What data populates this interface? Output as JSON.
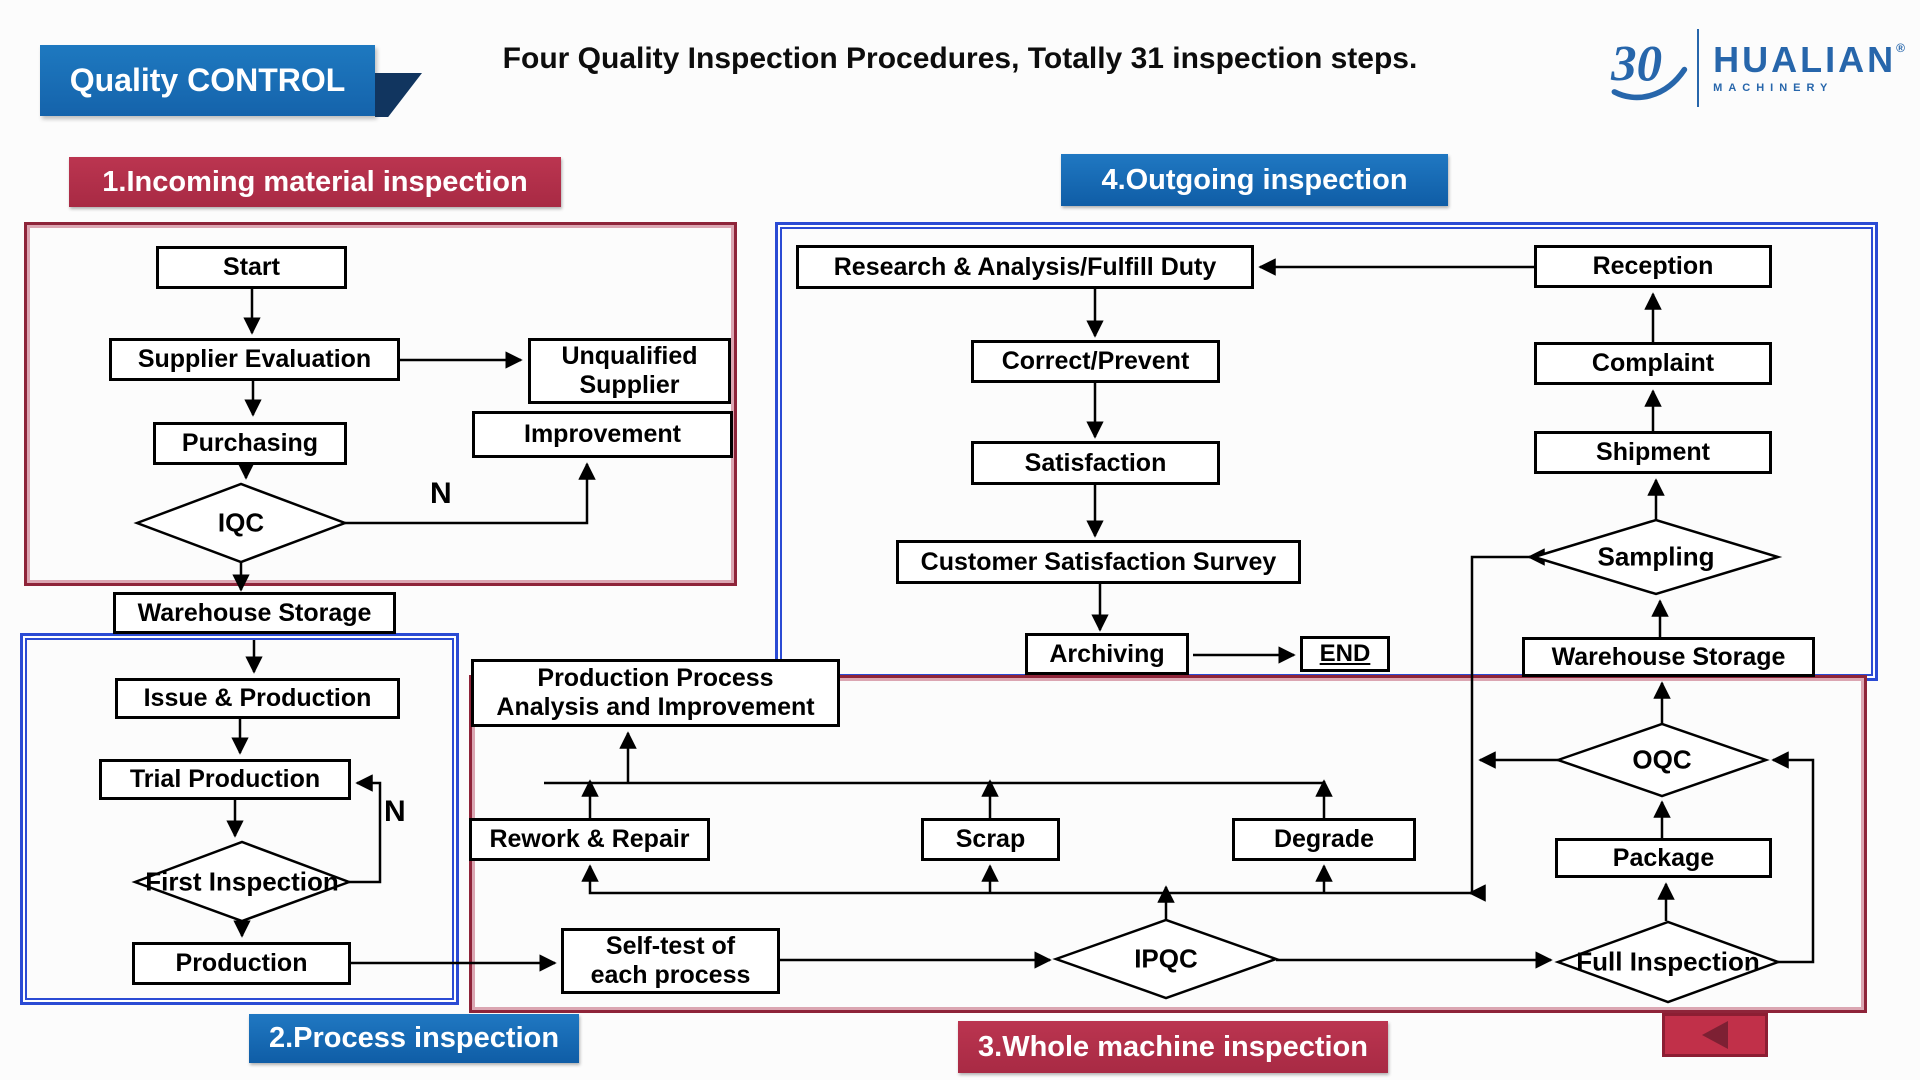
{
  "header": {
    "badge": "Quality CONTROL",
    "title": "Four Quality Inspection Procedures, Totally 31 inspection steps.",
    "logo": {
      "mark": "30",
      "name": "HUALIAN",
      "subname": "MACHINERY",
      "reg": "®"
    }
  },
  "banners": {
    "incoming": "1.Incoming material inspection",
    "process": "2.Process inspection",
    "whole_machine": "3.Whole machine inspection",
    "outgoing": "4.Outgoing inspection"
  },
  "nodes": {
    "start": "Start",
    "supplier_evaluation": "Supplier Evaluation",
    "unqualified_supplier": "Unqualified\nSupplier",
    "improvement": "Improvement",
    "purchasing": "Purchasing",
    "iqc": "IQC",
    "warehouse_storage_left": "Warehouse Storage",
    "issue_production": "Issue & Production",
    "trial_production": "Trial Production",
    "first_inspection": "First Inspection",
    "production": "Production",
    "production_process": "Production Process\nAnalysis and Improvement",
    "rework_repair": "Rework & Repair",
    "scrap": "Scrap",
    "degrade": "Degrade",
    "self_test": "Self-test of\neach process",
    "ipqc": "IPQC",
    "full_inspection": "Full Inspection",
    "package": "Package",
    "oqc": "OQC",
    "warehouse_storage_right": "Warehouse Storage",
    "research_analysis": "Research & Analysis/Fulfill Duty",
    "correct_prevent": "Correct/Prevent",
    "satisfaction": "Satisfaction",
    "customer_survey": "Customer Satisfaction Survey",
    "archiving": "Archiving",
    "end": "END",
    "reception": "Reception",
    "complaint": "Complaint",
    "shipment": "Shipment",
    "sampling": "Sampling"
  },
  "labels": {
    "iqc_no": "N",
    "first_inspection_no": "N"
  },
  "colors": {
    "banner_red": "#a82a44",
    "banner_blue": "#1565ad",
    "frame_red": "#8e2439",
    "frame_blue": "#2b4bd4",
    "badge_blue": "#1a70b8",
    "logo_blue": "#2766ab",
    "back_button_red": "#c13049"
  }
}
